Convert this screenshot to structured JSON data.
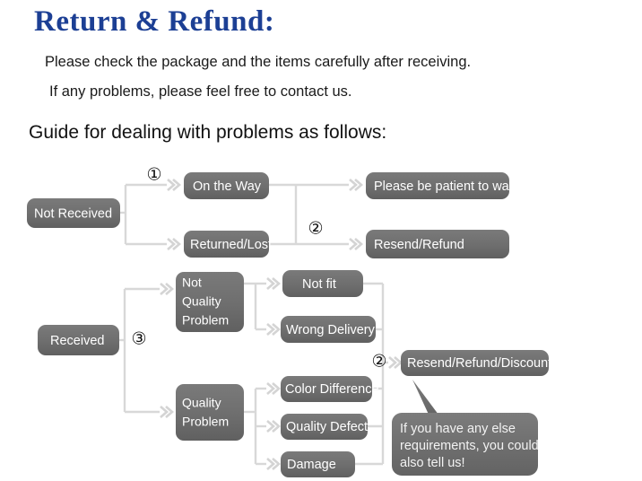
{
  "header": {
    "title": "Return & Refund:",
    "line1": "Please check the package and the items carefully after receiving.",
    "line2": "If any problems, please feel free to contact us.",
    "guide": "Guide for dealing with problems as follows:"
  },
  "colors": {
    "title_blue": "#1c3f94",
    "node_gray": "#6f6f6f",
    "node_gray_dark": "#686868",
    "connector_gray": "#d8d8d8",
    "text_dark": "#1a1a1a",
    "node_text": "#ffffff",
    "background": "#ffffff"
  },
  "flow": {
    "nodes": {
      "not_received": "Not Received",
      "on_the_way": "On the Way",
      "returned_lost": "Returned/Lost",
      "please_wait": "Please be patient to wait",
      "resend_refund": "Resend/Refund",
      "received": "Received",
      "not_quality_problem_l1": "Not",
      "not_quality_problem_l2": "Quality",
      "not_quality_problem_l3": "Problem",
      "quality_problem_l1": "Quality",
      "quality_problem_l2": "Problem",
      "not_fit": "Not fit",
      "wrong_delivery": "Wrong Delivery",
      "color_difference": "Color Difference",
      "quality_defect": "Quality Defect",
      "damage": "Damage",
      "resend_refund_discount": "Resend/Refund/Discount"
    },
    "markers": {
      "one": "①",
      "two_top": "②",
      "three": "③",
      "two_bottom": "②"
    },
    "callout": {
      "line1": "If you have any else",
      "line2": "requirements, you could",
      "line3": "also tell us!"
    }
  }
}
